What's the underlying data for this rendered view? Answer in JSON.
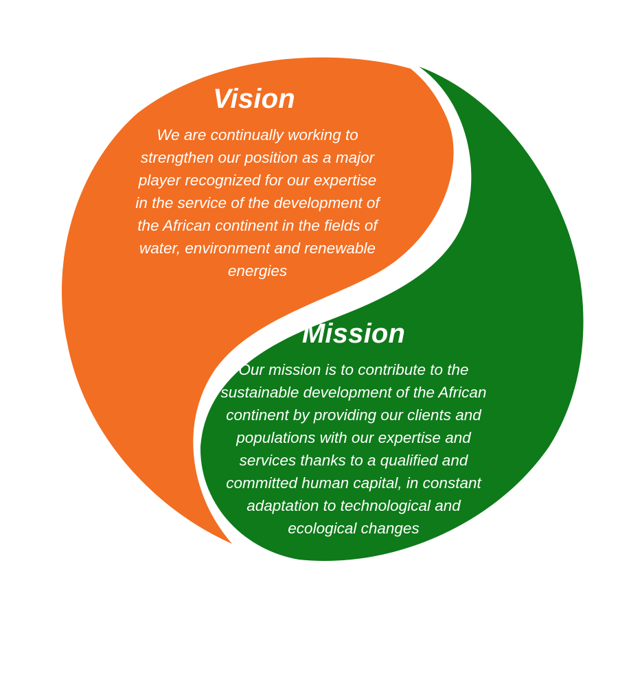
{
  "colors": {
    "vision_fill": "#F26E22",
    "mission_fill": "#0E7A1A",
    "text": "#FFFFFF",
    "background": "#FFFFFF"
  },
  "vision": {
    "title": "Vision",
    "lines": [
      "We are continually working to",
      "strengthen our position as a major",
      "player recognized for our expertise",
      "in the service of the development of",
      "the African continent in the fields of",
      "water, environment and renewable",
      "energies"
    ]
  },
  "mission": {
    "title": "Mission",
    "lines": [
      "Our mission is to contribute to the",
      "sustainable development of the African",
      "continent by providing our clients and",
      "populations with our expertise and",
      "services thanks to a qualified and",
      "committed human capital, in constant",
      "adaptation to technological and",
      "ecological changes"
    ]
  }
}
